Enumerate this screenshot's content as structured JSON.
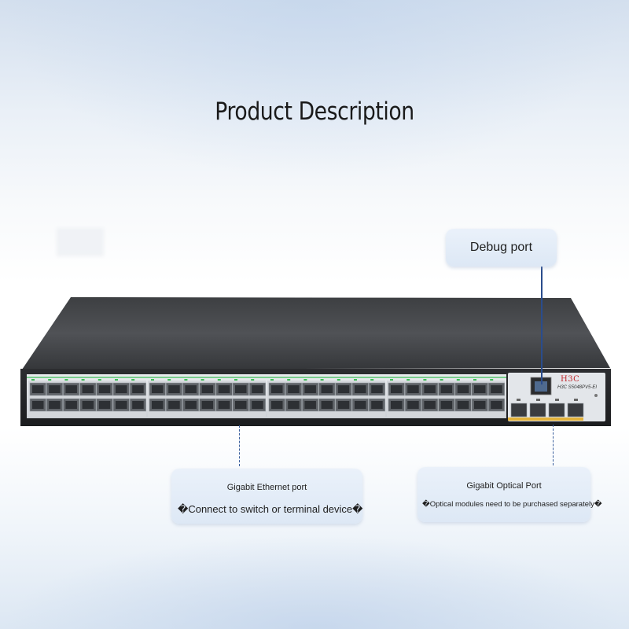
{
  "page": {
    "title": "Product Description"
  },
  "device": {
    "brand": "H3C",
    "model": "H3C  S5048PV5-EI"
  },
  "callouts": {
    "debug_port": {
      "label": "Debug port"
    },
    "ethernet": {
      "heading": "Gigabit Ethernet port",
      "subtext": "�Connect to switch or terminal device�"
    },
    "optical": {
      "heading": "Gigabit Optical Port",
      "subtext": "�Optical modules need to be purchased separately�"
    }
  },
  "colors": {
    "chassis": "#2a2b2d",
    "port_led": "#3bbd55",
    "leader": "#2a4c8c",
    "brand_red": "#c0262b"
  }
}
